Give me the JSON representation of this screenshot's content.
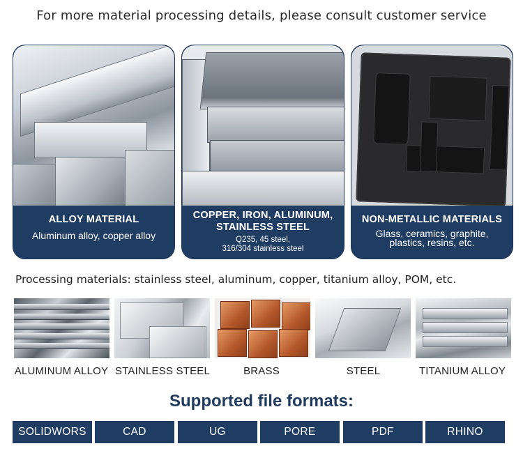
{
  "heading": "For more material processing details, please consult customer service",
  "cards": [
    {
      "title": "ALLOY MATERIAL",
      "subtitle": "Aluminum alloy, copper alloy"
    },
    {
      "title_line1": "COPPER, IRON, ALUMINUM,",
      "title_line2": "STAINLESS STEEL",
      "sub_line1": "Q235, 45 steel,",
      "sub_line2": "316/304 stainless steel"
    },
    {
      "title": "NON-METALLIC MATERIALS",
      "sub_line1": "Glass, ceramics, graphite,",
      "sub_line2": "plastics, resins, etc."
    }
  ],
  "processing_materials": "Processing materials: stainless steel, aluminum, copper, titanium alloy, POM, etc.",
  "materials": [
    {
      "label": "ALUMINUM ALLOY"
    },
    {
      "label": "STAINLESS STEEL"
    },
    {
      "label": "BRASS"
    },
    {
      "label": "STEEL"
    },
    {
      "label": "TITANIUM ALLOY"
    }
  ],
  "formats_title": "Supported file formats:",
  "formats": [
    "SOLIDWORS",
    "CAD",
    "UG",
    "PORE",
    "PDF",
    "RHINO"
  ],
  "colors": {
    "navy": "#1f3d63",
    "title_navy": "#1f3b5e"
  }
}
